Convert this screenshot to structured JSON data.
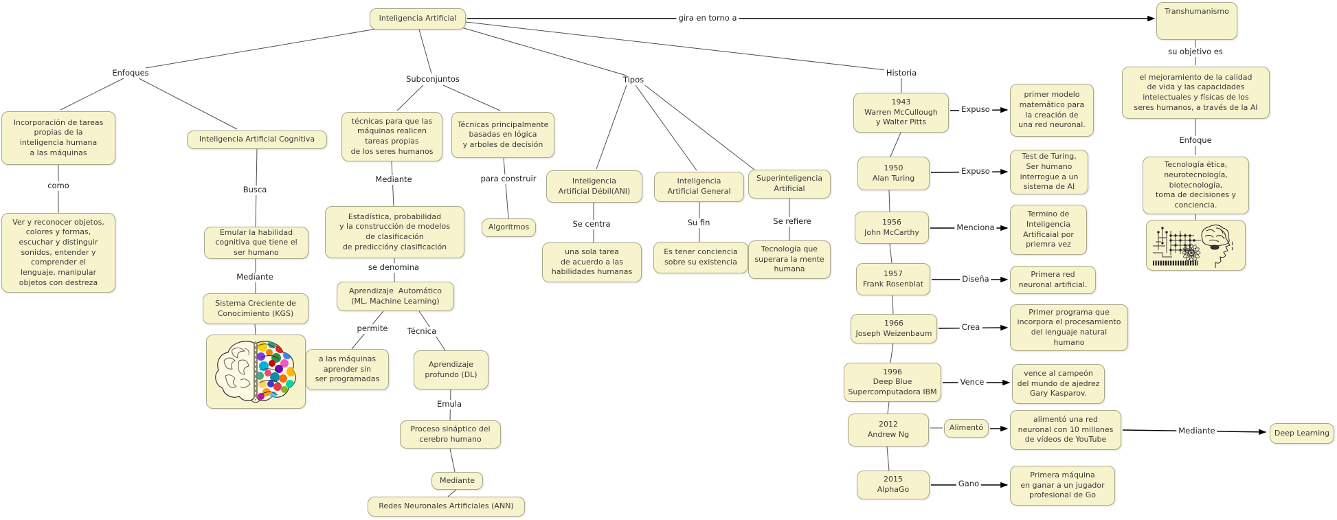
{
  "colors": {
    "background": "#ffffff",
    "node_fill": "#f7f3cd",
    "node_border": "#a8a88b",
    "tree_line": "#4d4d4d",
    "arrow_line": "#000000",
    "text": "#3a3a3a"
  },
  "map": {
    "root": "Inteligencia Artificial",
    "branches": {
      "enfoques": "Enfoques",
      "subconjuntos": "Subconjuntos",
      "tipos": "Tipos",
      "historia": "Historia"
    },
    "links": {
      "gira": "gira en torno a",
      "su_objetivo": "su objetivo es",
      "enfoque": "Enfoque",
      "como": "como",
      "busca": "Busca",
      "mediante_kgs": "Mediante",
      "mediante_est": "Mediante",
      "se_denomina": "se denomina",
      "permite": "permite",
      "tecnica": "Técnica",
      "emula": "Emula",
      "para_construir": "para construir",
      "se_centra": "Se centra",
      "su_fin": "Su fin",
      "se_refiere": "Se refiere",
      "expuso_1943": "Expuso",
      "expuso_1950": "Expuso",
      "menciona": "Menciona",
      "disena": "Diseña",
      "crea": "Crea",
      "vence": "Vence",
      "mediante_dl": "Mediante",
      "gano": "Gano"
    },
    "nodes": {
      "transhumanismo": "Transhumanismo",
      "objetivo": "el mejoramiento de la calidad\nde vida y las capacidades\nintelectuales y físicas de los\nseres humanos, a través de la AI",
      "tecnologias": "Tecnología ética,\nneurotecnología,\nbiotecnología,\ntoma de decisiones y\nconciencia.",
      "incorporacion": "Incorporación de tareas\npropias de la\ninteligencia humana\na las máquinas",
      "ver": "Ver y reconocer objetos,\ncolores y formas,\nescuchar y distinguir\nsonidos, entender y\ncomprender el\nlenguaje, manipular\nobjetos con destreza",
      "cognitiva": "Inteligencia Artificial Cognitiva",
      "emular": "Emular la habilidad\ncognitiva que tiene el\nser humano",
      "kgs": "Sistema Creciente de\nConocimiento (KGS)",
      "tecnicas_maquinas": "técnicas para que las\nmáquinas realicen\ntareas propias\nde los seres humanos",
      "estadistica": "Estadística, probabilidad\ny la construcción de modelos\nde clasificación\nde prediccióny clasificación",
      "ml": "Aprendizaje  Automático\n(ML, Machine Learning)",
      "maquinas_aprender": "a las máquinas\naprender sin\nser programadas",
      "dl": "Aprendizaje\nprofundo (DL)",
      "proceso": "Proceso sináptico del\ncerebro humano",
      "mediante_box": "Mediante",
      "ann": "Redes Neuronales Artificiales (ANN)",
      "tecnicas_logica": "Técnicas principalmente\nbasadas en lógica\ny arboles de decisión",
      "algoritmos": "Algoritmos",
      "ani": "Inteligencia\nArtificial Débil(ANI)",
      "agi": "Inteligencia\nArtificial General",
      "asi": "Superinteligencia\nArtificial",
      "ani_desc": "una sola tarea\nde acuerdo a las\nhabilidades humanas",
      "agi_desc": "Es tener conciencia\nsobre su existencia",
      "asi_desc": "Tecnología que\nsuperara la mente\nhumana",
      "h1943": "1943\nWarren McCullough\ny Walter Pitts",
      "d1943": "primer modelo\nmatemático para\nla creación de\nuna red neuronal.",
      "h1950": "1950\nAlan Turing",
      "d1950": "Test de Turing,\nSer humano\ninterrogue a un\nsistema de AI",
      "h1956": "1956\nJohn McCarthy",
      "d1956": "Termino de\nInteligencia\nArtificaial por\npriemra vez",
      "h1957": "1957\nFrank Rosenblat",
      "d1957": "Primera red\nneuronal artificial.",
      "h1966": "1966\nJoseph Weizenbaum",
      "d1966": "Primer programa que\nincorpora el procesamiento\ndel lenguaje natural\nhumano",
      "h1996": "1996\nDeep Blue\nSupercomputadora IBM",
      "d1996": "vence al campeón\ndel mundo de ajedrez\nGary Kasparov.",
      "h2012": "2012\nAndrew Ng",
      "alimento": "Alimentó",
      "d2012": "alimentó una red\nneuronal con 10 millones\nde vídeos de YouTube",
      "deep_learning": "Deep Learning",
      "h2015": "2015\nAlphaGo",
      "d2015": "Primera máquina\nen ganar a un jugador\nprofesional de Go"
    },
    "images": {
      "left_brain": "split-brain-illustration",
      "right_head": "head-circuit-brain-illustration"
    }
  }
}
